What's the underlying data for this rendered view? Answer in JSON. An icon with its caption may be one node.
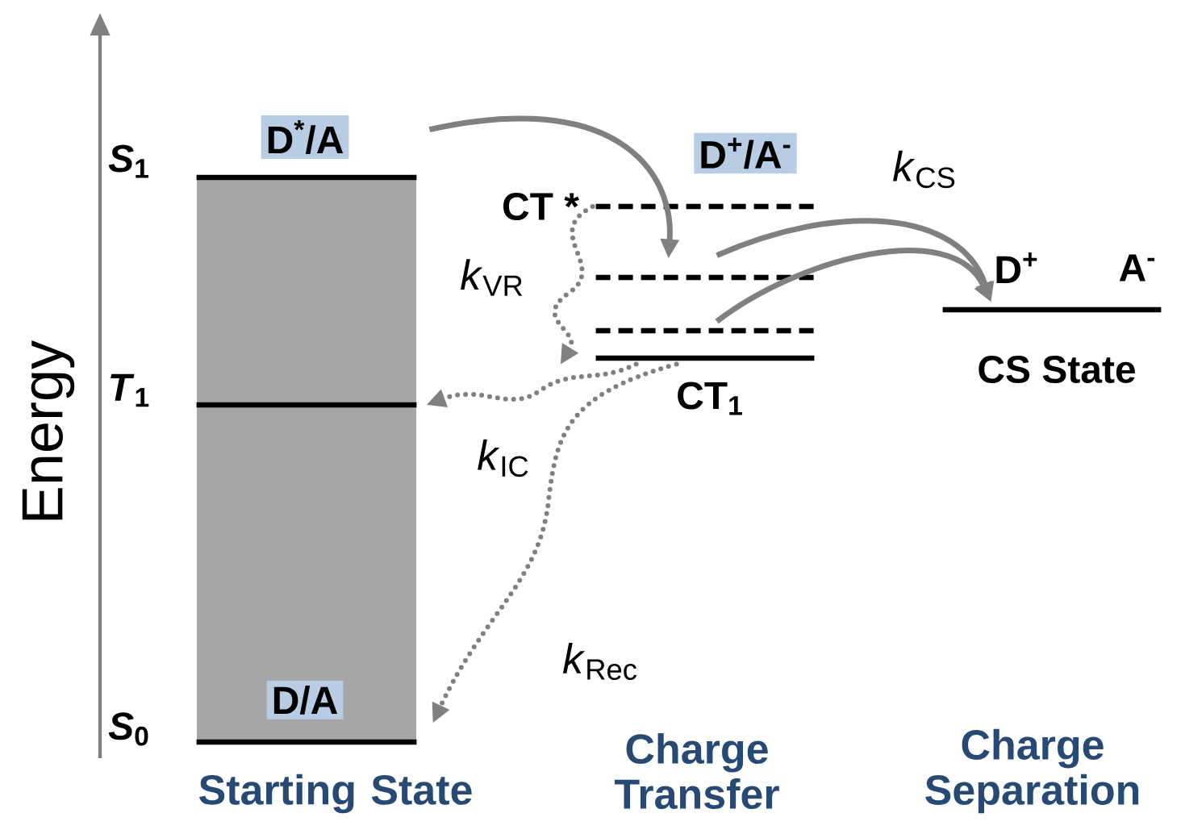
{
  "diagram": {
    "nodes": [
      {
        "text": [
          "D$^{*}$/A"
        ],
        "beside": [
          "*S*$_{1}$"
        ]
      },
      {
        "text": [],
        "shape": "bar",
        "beside": [
          "*T*$_{1}$"
        ]
      },
      {
        "text": [
          "D/A"
        ],
        "beside": [
          "*S*$_{0}$"
        ]
      },
      {
        "text": [
          "D$^{+}$/A$^{-}$"
        ]
      },
      {
        "text": [],
        "shape": "bar",
        "beside": [
          "CT *"
        ]
      },
      {
        "text": [],
        "shape": "bar"
      },
      {
        "text": [],
        "shape": "bar"
      },
      {
        "text": [],
        "shape": "bar",
        "beside": [
          "CT$_{1}$"
        ]
      },
      {
        "text": [
          "D$^{+}$",
          "A$^{-}$"
        ],
        "beside": [
          "CS State"
        ]
      }
    ],
    "edges": [
      {
        "from": 0,
        "to": 5,
        "arrow": "to"
      },
      {
        "from": 4,
        "to": 7,
        "arrow": "to",
        "style": "dashed",
        "label": "*k*$_{VR}$"
      },
      {
        "from": 7,
        "to": 1,
        "arrow": "to",
        "style": "dashed",
        "label": "*k*$_{IC}$"
      },
      {
        "from": 7,
        "to": 2,
        "arrow": "to",
        "style": "dashed",
        "label": "*k*$_{Rec}$"
      },
      {
        "from": 5,
        "to": 8,
        "arrow": "to"
      },
      {
        "from": 6,
        "to": 8,
        "arrow": "to"
      }
    ],
    "labels": [
      "Energy",
      "*k*$_{CS}$",
      "Starting State",
      "Charge Transfer",
      "Charge Separation"
    ]
  }
}
